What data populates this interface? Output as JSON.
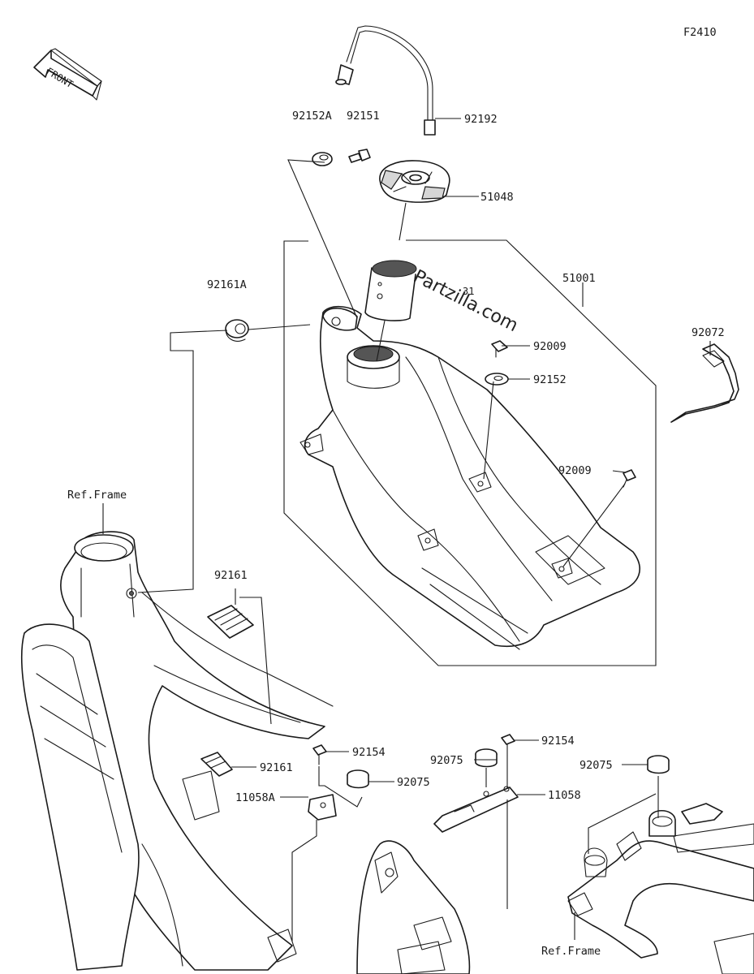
{
  "figure_code": "F2410",
  "orientation": "FRONT",
  "watermark": "Partzilla.com",
  "refs": {
    "frame_top": "Ref.Frame",
    "frame_bottom": "Ref.Frame"
  },
  "callouts": {
    "c92152A": "92152A",
    "c92151": "92151",
    "c92192": "92192",
    "c51048": "51048",
    "c51001": "51001",
    "c92161A": "92161A",
    "c92009a": "92009",
    "c92152": "92152",
    "c92009b": "92009",
    "c92072": "92072",
    "c92161a": "92161",
    "c92161b": "92161",
    "c92154a": "92154",
    "c92075a": "92075",
    "c11058A": "11058A",
    "c92075b": "92075",
    "c92154b": "92154",
    "c11058": "11058",
    "c92075c": "92075",
    "c31": "31"
  }
}
